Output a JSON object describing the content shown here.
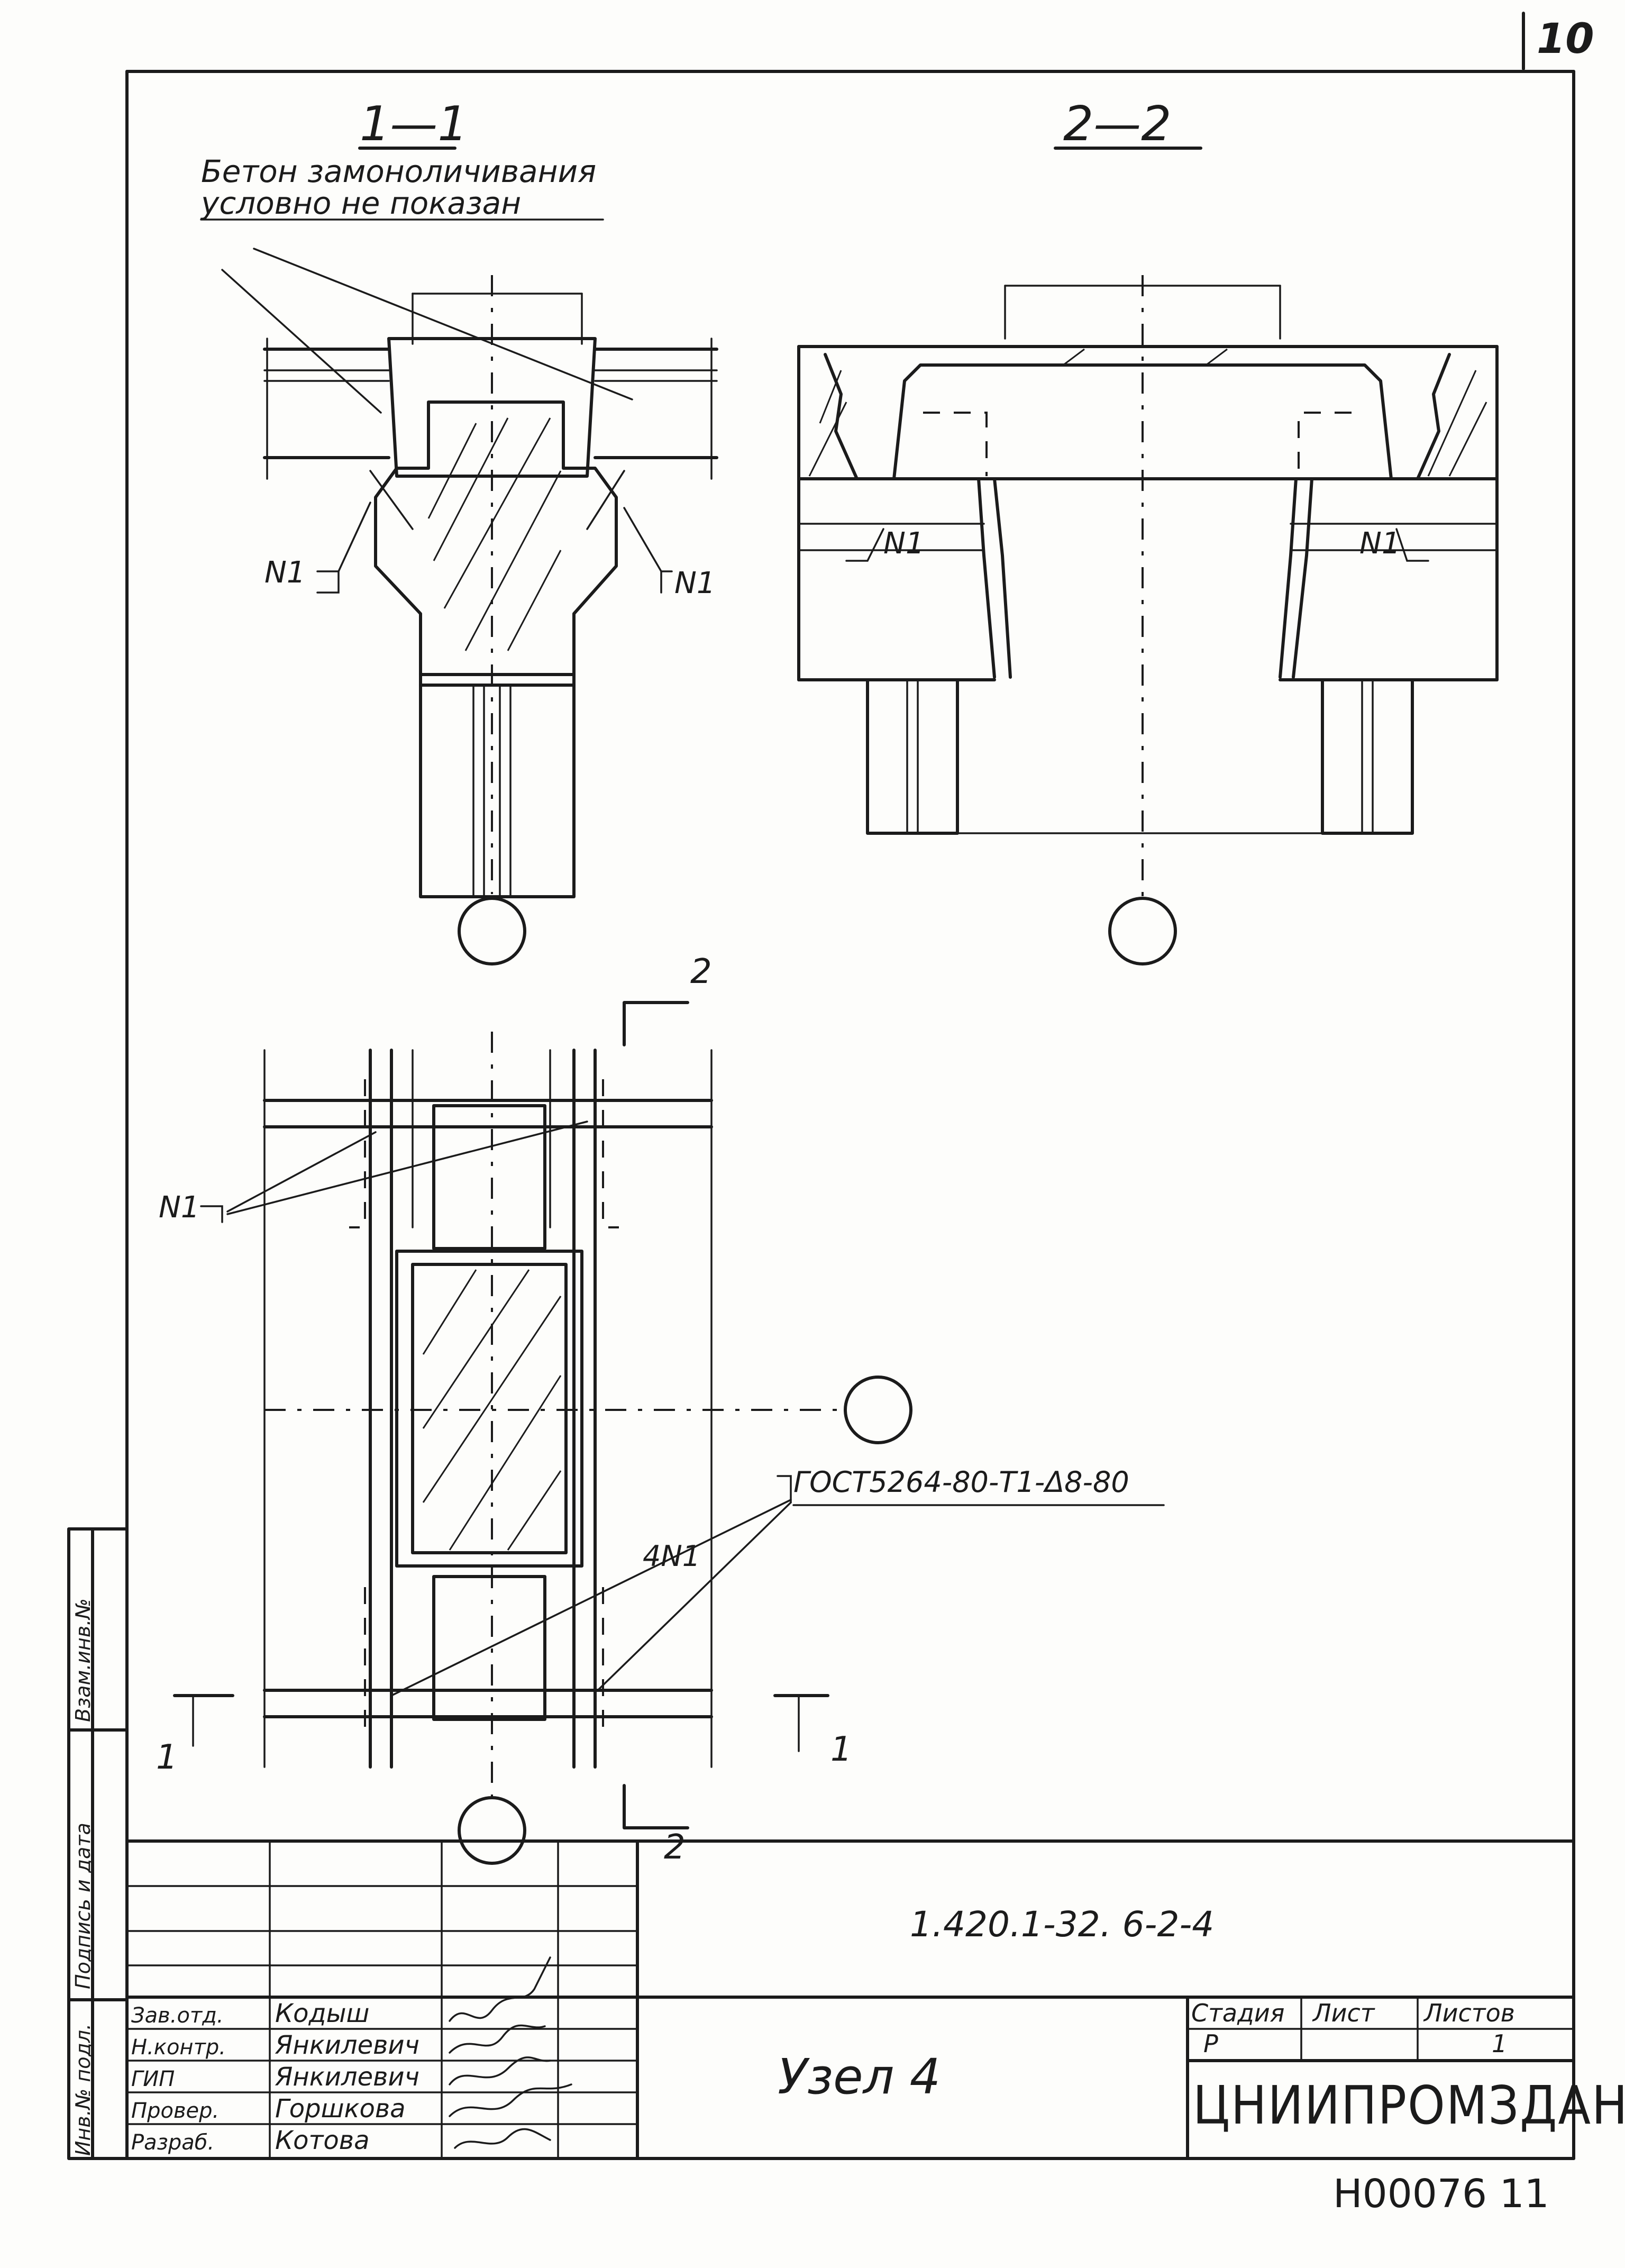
{
  "sheet": {
    "page_number": "10",
    "archive_number": "Н00076 11"
  },
  "section_1": {
    "title": "1—1",
    "note_line1": "Бетон замоноличивания",
    "note_line2": "условно не показан",
    "left_callout": "N1",
    "right_callout": "N1"
  },
  "section_2": {
    "title": "2—2",
    "left_callout": "N1",
    "right_callout": "N1"
  },
  "plan": {
    "cut_mark_top": "2",
    "cut_mark_bottom": "2",
    "cut_mark_left": "1",
    "cut_mark_right": "1",
    "n1_callout": "N1",
    "weld_callout": "ГОСТ5264-80-Т1-Δ8-80",
    "count_callout": "4N1"
  },
  "side_strip": {
    "inv_orig": "Инв.№ подл.",
    "sign_date": "Подпись и дата",
    "inv_repl": "Взам.инв.№"
  },
  "title_block": {
    "document_code": "1.420.1-32. 6-2-4",
    "drawing_title": "Узел 4",
    "stage_header": "Стадия",
    "sheet_header": "Лист",
    "sheets_header": "Листов",
    "stage_value": "Р",
    "sheets_value": "1",
    "organization": "ЦНИИПРОМЗДАНИЙ",
    "roles": [
      {
        "role": "Зав.отд.",
        "name": "Кодыш"
      },
      {
        "role": "Н.контр.",
        "name": "Янкилевич"
      },
      {
        "role": "ГИП",
        "name": "Янкилевич"
      },
      {
        "role": "Провер.",
        "name": "Горшкова"
      },
      {
        "role": "Разраб.",
        "name": "Котова"
      }
    ]
  }
}
